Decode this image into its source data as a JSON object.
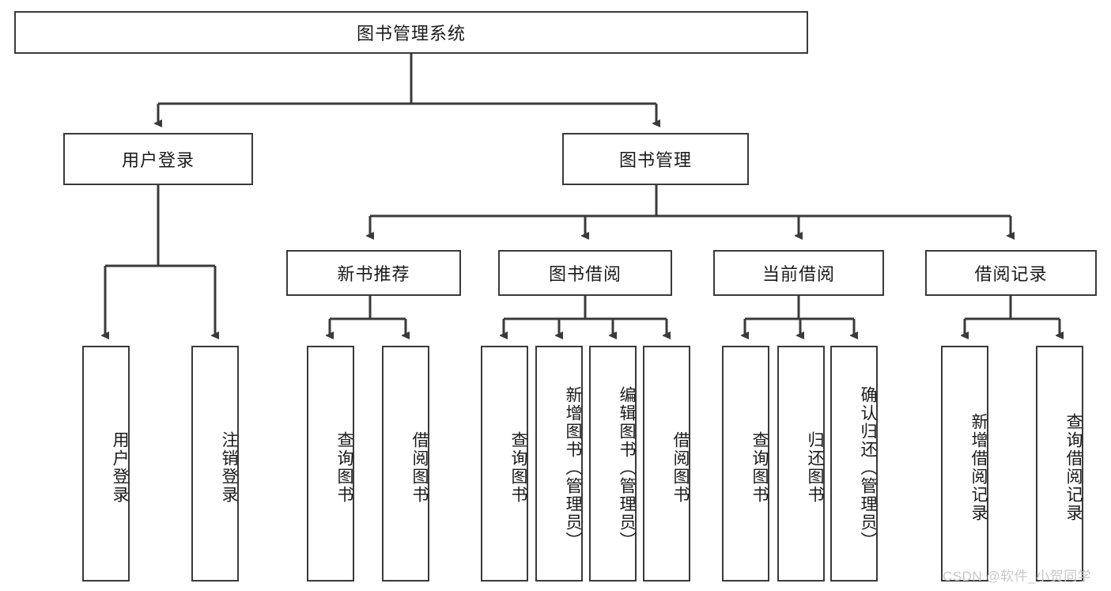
{
  "diagram": {
    "title": "图书管理系统",
    "watermark": "CSDN @软件_小贺同学",
    "style": {
      "box_border_color": "#3a3a3a",
      "box_fill_color": "#ffffff",
      "line_color": "#3a3a3a",
      "text_color": "#1a1a1a",
      "watermark_color": "#c9c9c9",
      "background": "#ffffff"
    },
    "levels": {
      "level1": [
        {
          "id": "root",
          "label": "图书管理系统"
        }
      ],
      "level2": [
        {
          "id": "user-login",
          "label": "用户登录"
        },
        {
          "id": "book-management",
          "label": "图书管理"
        }
      ],
      "level3": [
        {
          "id": "new-book-recommend",
          "label": "新书推荐"
        },
        {
          "id": "book-borrow",
          "label": "图书借阅"
        },
        {
          "id": "current-borrow",
          "label": "当前借阅"
        },
        {
          "id": "borrow-record",
          "label": "借阅记录"
        }
      ],
      "level4": [
        {
          "id": "leaf-user-login",
          "label": "用户登录",
          "parent": "user-login"
        },
        {
          "id": "leaf-logout-login",
          "label": "注销登录",
          "parent": "user-login"
        },
        {
          "id": "leaf-query-book-1",
          "label": "查询图书",
          "parent": "new-book-recommend"
        },
        {
          "id": "leaf-borrow-book-1",
          "label": "借阅图书",
          "parent": "new-book-recommend"
        },
        {
          "id": "leaf-query-book-2",
          "label": "查询图书",
          "parent": "book-borrow"
        },
        {
          "id": "leaf-add-book",
          "label": "新增图书（管理员）",
          "parent": "book-borrow"
        },
        {
          "id": "leaf-edit-book",
          "label": "编辑图书（管理员）",
          "parent": "book-borrow"
        },
        {
          "id": "leaf-borrow-book-2",
          "label": "借阅图书",
          "parent": "book-borrow"
        },
        {
          "id": "leaf-query-book-3",
          "label": "查询图书",
          "parent": "current-borrow"
        },
        {
          "id": "leaf-return-book",
          "label": "归还图书",
          "parent": "current-borrow"
        },
        {
          "id": "leaf-confirm-return",
          "label": "确认归还（管理员）",
          "parent": "current-borrow"
        },
        {
          "id": "leaf-add-record",
          "label": "新增借阅记录",
          "parent": "borrow-record"
        },
        {
          "id": "leaf-query-record",
          "label": "查询借阅记录",
          "parent": "borrow-record"
        }
      ]
    }
  }
}
